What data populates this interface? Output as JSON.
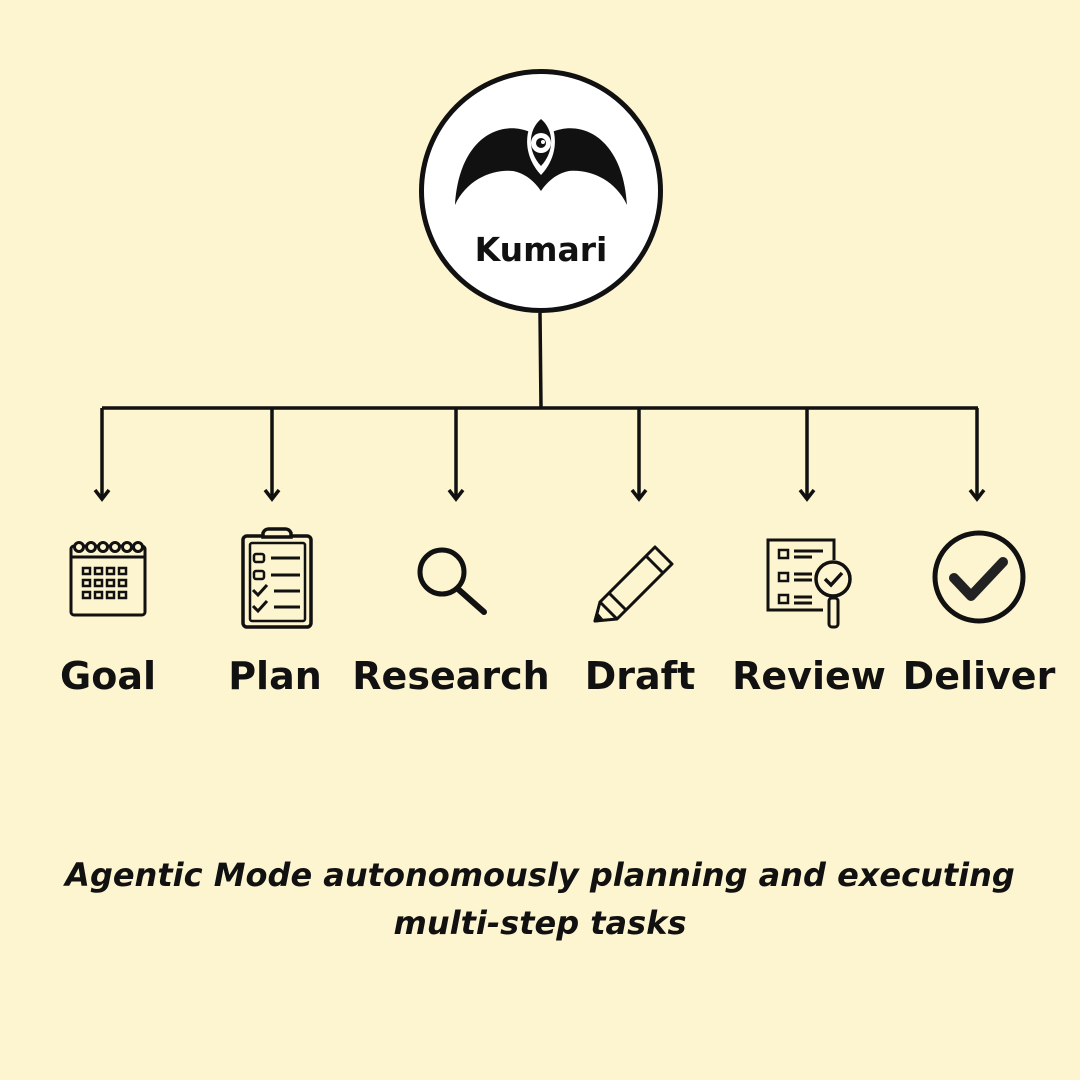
{
  "brand": {
    "name": "Kumari",
    "icon": "kumari-eye-logo"
  },
  "steps": [
    {
      "label": "Goal",
      "icon": "calendar-icon"
    },
    {
      "label": "Plan",
      "icon": "clipboard-checklist-icon"
    },
    {
      "label": "Research",
      "icon": "magnifier-icon"
    },
    {
      "label": "Draft",
      "icon": "pencil-icon"
    },
    {
      "label": "Review",
      "icon": "document-review-icon"
    },
    {
      "label": "Deliver",
      "icon": "checkmark-circle-icon"
    }
  ],
  "caption": {
    "line1": "Agentic Mode autonomously planning and executing",
    "line2": "multi-step tasks"
  },
  "colors": {
    "background": "#fdf4d0",
    "ink": "#111111",
    "logo_fill": "#ffffff"
  }
}
